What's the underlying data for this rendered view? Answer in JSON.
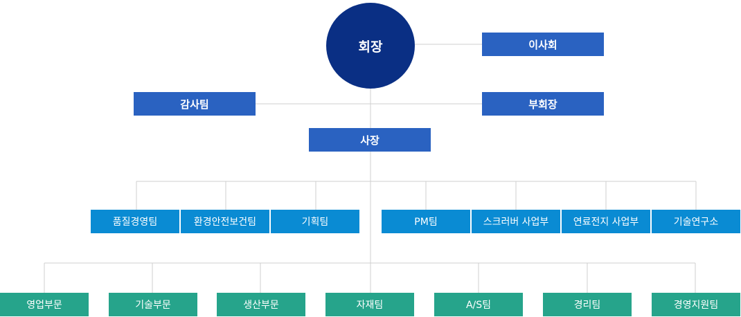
{
  "diagram": {
    "chairman": "회장",
    "board": "이사회",
    "audit_team": "감사팀",
    "vice_chairman": "부회장",
    "president": "사장",
    "divisions": {
      "quality_management": "품질경영팀",
      "environment_safety": "환경안전보건팀",
      "planning": "기획팀",
      "pm": "PM팀",
      "scrubber": "스크러버 사업부",
      "fuel_cell": "연료전지 사업부",
      "rnd": "기술연구소"
    },
    "departments": {
      "sales": "영업부문",
      "technology": "기술부문",
      "production": "생산부문",
      "materials": "자재팀",
      "after_service": "A/S팀",
      "accounting": "경리팀",
      "management_support": "경영지원팀"
    },
    "colors": {
      "chairman_fill": "#0a2f84",
      "executive_fill": "#2a62c1",
      "division_fill": "#0a8bd3",
      "department_fill": "#26a48b",
      "connector": "#cfcfcf"
    }
  }
}
